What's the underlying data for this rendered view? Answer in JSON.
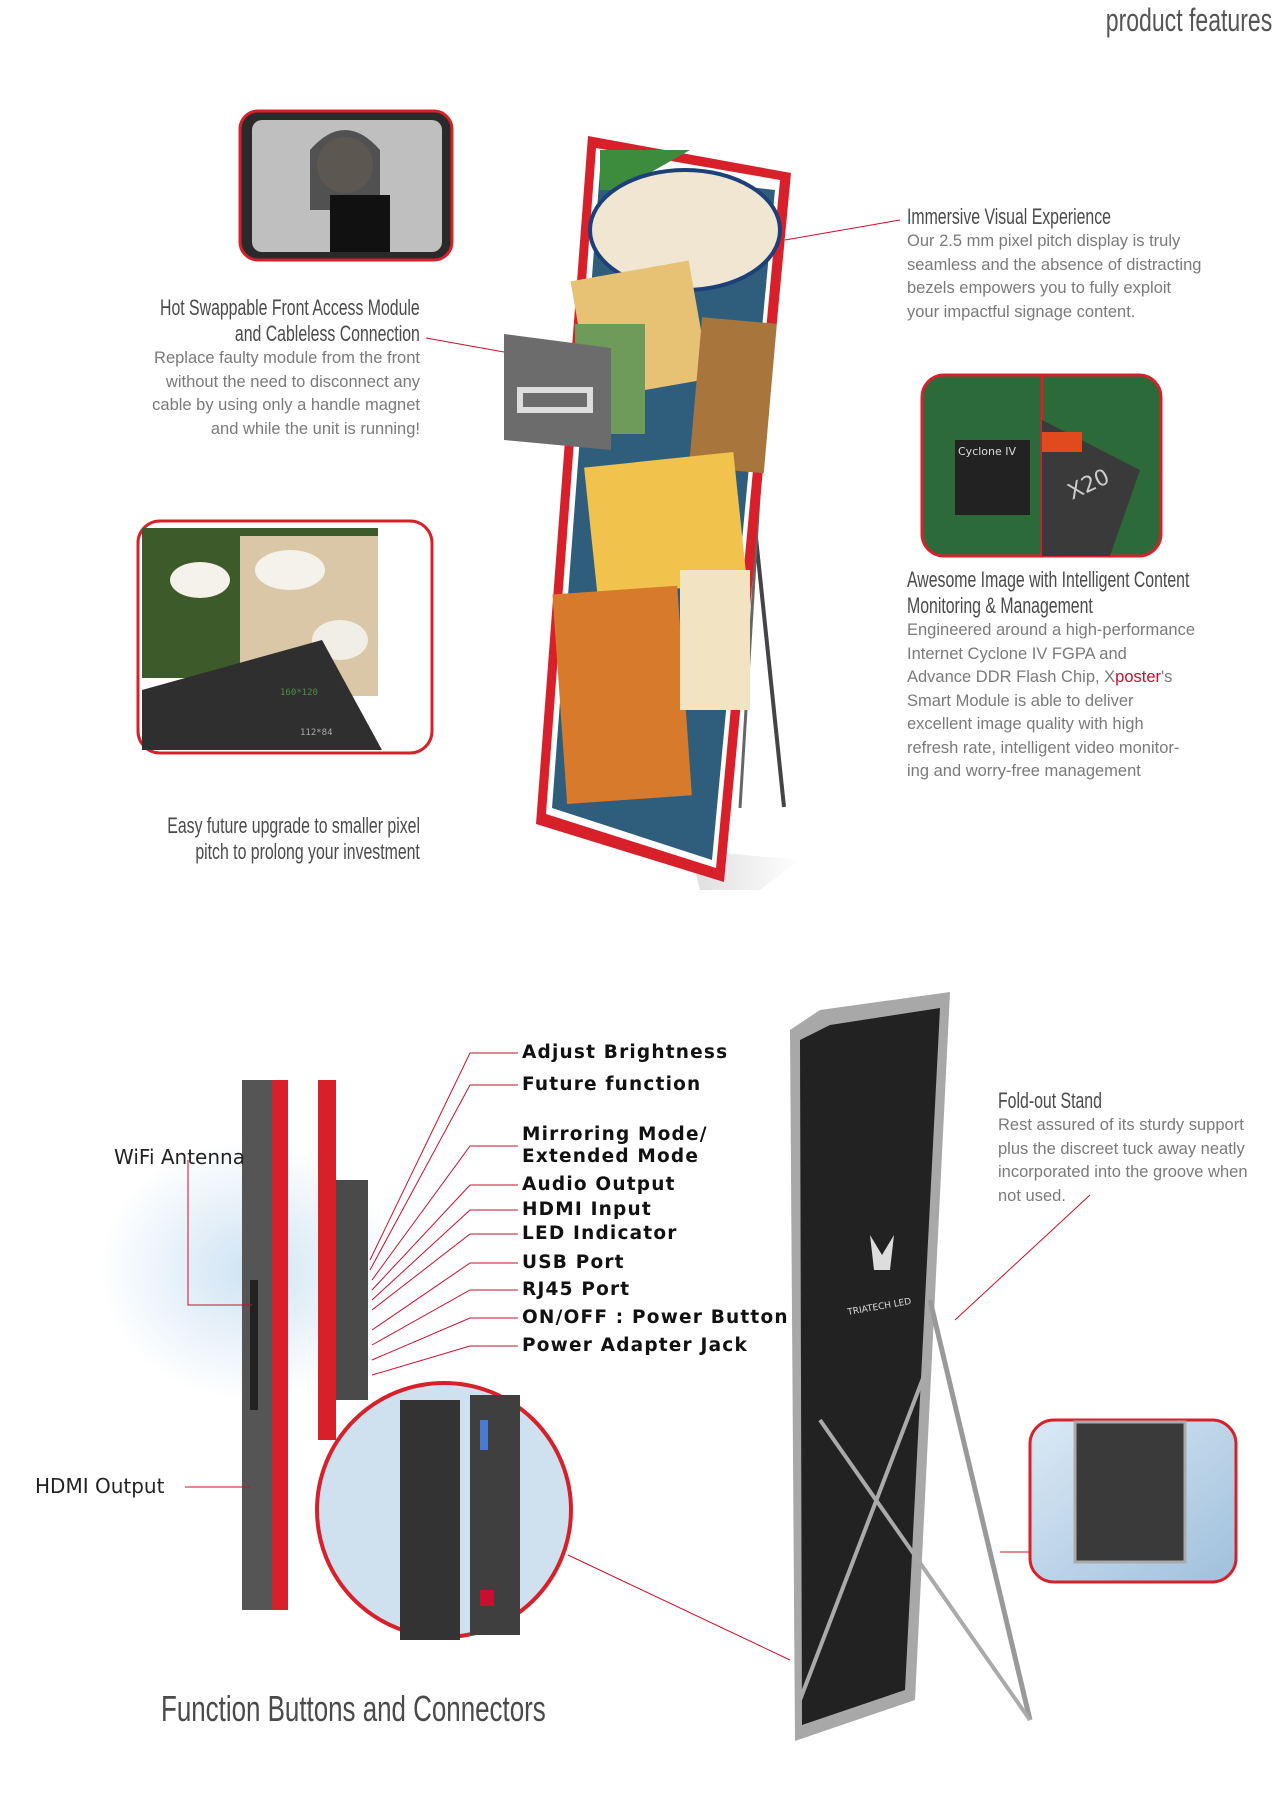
{
  "header": {
    "title": "product features"
  },
  "features": {
    "hot_swap": {
      "heading": [
        "Hot Swappable Front Access Module",
        "and Cableless Connection"
      ],
      "body": [
        "Replace faulty module from the front",
        "without the need to disconnect any",
        "cable by using only a handle magnet",
        "and while the unit is running!"
      ]
    },
    "upgrade": {
      "heading": [
        "Easy future upgrade to smaller pixel",
        "pitch to prolong your investment"
      ]
    },
    "immersive": {
      "heading": "Immersive Visual Experience",
      "body": [
        "Our 2.5 mm pixel pitch display is truly",
        "seamless and the absence of distracting",
        "bezels empowers you to fully exploit",
        "your impactful signage content."
      ]
    },
    "awesome": {
      "heading": [
        "Awesome Image with Intelligent Content",
        "Monitoring & Management"
      ],
      "body_1": [
        "Engineered around a high-performance",
        "Internet Cyclone IV FGPA and"
      ],
      "body_2_prefix": "Advance DDR Flash Chip, X",
      "body_2_brand": "poster",
      "body_2_suffix": "'s",
      "body_3": [
        "Smart Module is able to deliver",
        "excellent image quality with high",
        "refresh rate, intelligent video monitor-",
        "ing and worry-free management"
      ]
    },
    "foldout": {
      "heading": "Fold-out Stand",
      "body": [
        "Rest assured of its sturdy support",
        "plus the discreet tuck away neatly",
        "incorporated into the groove when",
        "not used."
      ]
    }
  },
  "connectors": {
    "title": "Function Buttons and Connectors",
    "wifi_label": "WiFi Antenna",
    "hdmi_out_label": "HDMI Output",
    "items": [
      "Adjust Brightness",
      "Future function",
      "Mirroring Mode/",
      "Extended Mode",
      "Audio Output",
      "HDMI Input",
      "LED Indicator",
      "USB Port",
      "RJ45 Port",
      "ON/OFF : Power Button",
      "Power Adapter Jack"
    ]
  },
  "images": {
    "chip_text_1": "Cyclone IV",
    "chip_text_2": "X20",
    "lily_text_1": "160*120",
    "lily_text_2": "112*84",
    "brand_logo": "TRIATECH LED"
  },
  "colors": {
    "accent": "#c8102e",
    "frame_red": "#d8202a",
    "text_gray": "#7a7a7a"
  }
}
